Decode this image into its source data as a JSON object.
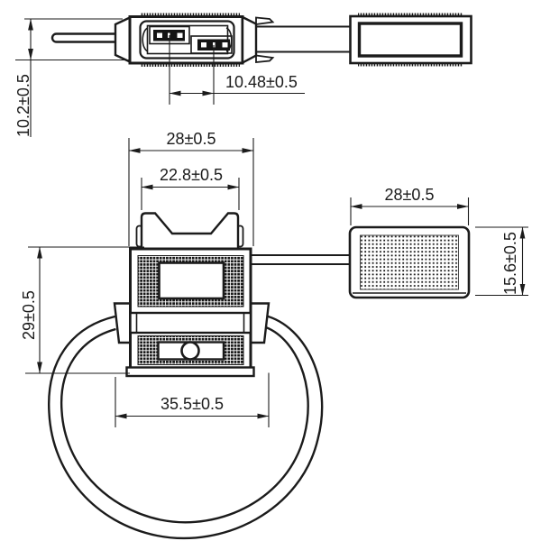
{
  "drawing": {
    "kind": "technical dimension drawing",
    "dimensions": {
      "wire_od": "10.2±0.5",
      "terminal_pitch": "10.48±0.5",
      "holder_width": "28±0.5",
      "lid_inner_width": "22.8±0.5",
      "cover_width": "28±0.5",
      "cover_height": "15.6±0.5",
      "holder_height": "29±0.5",
      "holder_overall_width": "35.5±0.5"
    },
    "colors": {
      "line": "#1b1b1b",
      "background": "#ffffff"
    }
  }
}
